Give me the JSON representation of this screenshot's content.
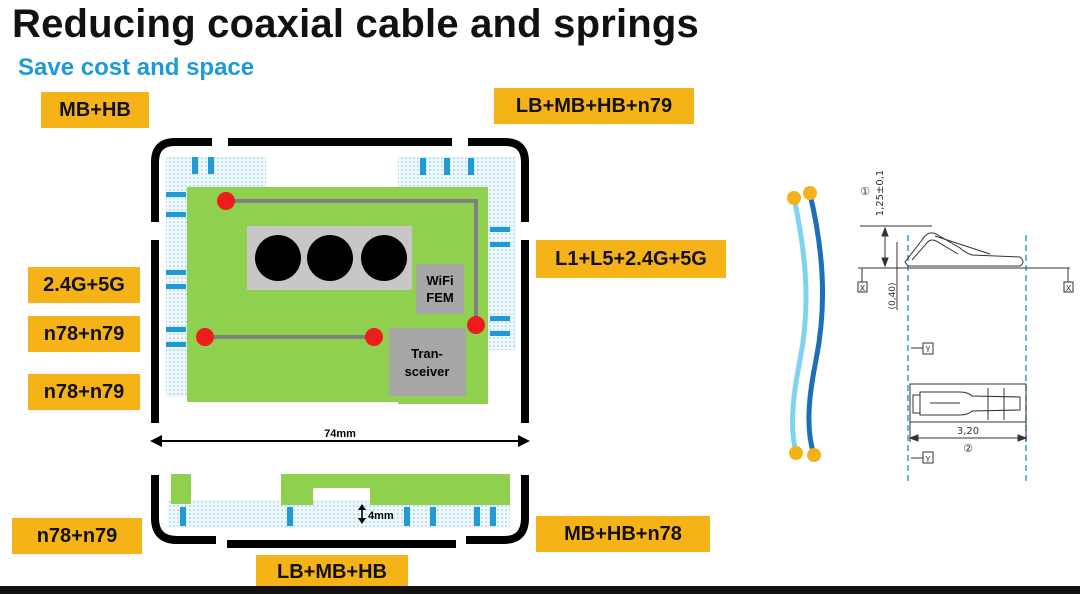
{
  "slide": {
    "title": "Reducing coaxial cable and springs",
    "subtitle": "Save cost and space"
  },
  "bands": {
    "top_left": "MB+HB",
    "top_right": "LB+MB+HB+n79",
    "right_mid": "L1+L5+2.4G+5G",
    "left_1": "2.4G+5G",
    "left_2": "n78+n79",
    "left_3": "n78+n79",
    "bottom_left": "n78+n79",
    "bottom_mid": "LB+MB+HB",
    "bottom_right": "MB+HB+n78"
  },
  "board": {
    "wifi_label": [
      "WiFi",
      "FEM"
    ],
    "transceiver_label": [
      "Tran-",
      "sceiver"
    ],
    "width_dim": "74mm",
    "height_dim": "4mm"
  },
  "drawing": {
    "dim_height": "1,25±0,1",
    "dim_offset": "(0,40)",
    "dim_width": "3,20",
    "callout_1": "①",
    "callout_2": "②",
    "datum_x": "X",
    "datum_y": "Y"
  },
  "colors": {
    "band": "#f6b318",
    "pcb_green": "#8fd14f",
    "antenna_blue": "#1e9ad6",
    "node_red": "#ee1c1c",
    "cable_light": "#7fd3f2",
    "cable_dark": "#1d6fb8",
    "end_yellow": "#f3b21a"
  }
}
